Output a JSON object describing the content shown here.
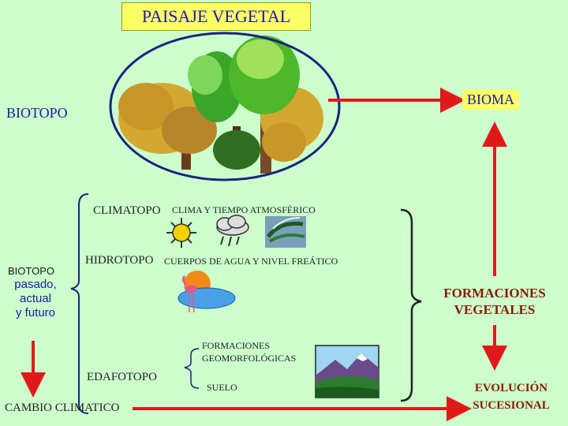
{
  "title": "PAISAJE VEGETAL",
  "biotopo_heading": "BIOTOPO",
  "bioma": "BIOMA",
  "climatopo": "CLIMATOPO",
  "clima_desc": "CLIMA Y TIEMPO ATMOSFÉRICO",
  "hidrotopo": "HIDROTOPO",
  "hidro_desc": "CUERPOS DE AGUA Y NIVEL FREÁTICO",
  "biotopo_small": "BIOTOPO",
  "pasado_lines": [
    "pasado,",
    "actual",
    "y futuro"
  ],
  "formaciones_vegetales": [
    "FORMACIONES",
    "VEGETALES"
  ],
  "formaciones_geo": [
    "FORMACIONES",
    "GEOMORFOLÓGICAS"
  ],
  "edafotopo": "EDAFOTOPO",
  "suelo": "SUELO",
  "evolucion": [
    "EVOLUCIÓN",
    "SUCESIONAL"
  ],
  "cambio": "CAMBIO CLIMATICO",
  "colors": {
    "arrow": "#e01a1a",
    "ellipse": "#1a237e",
    "label_blue": "#1a1aa6",
    "label_brown": "#8b1a00"
  }
}
